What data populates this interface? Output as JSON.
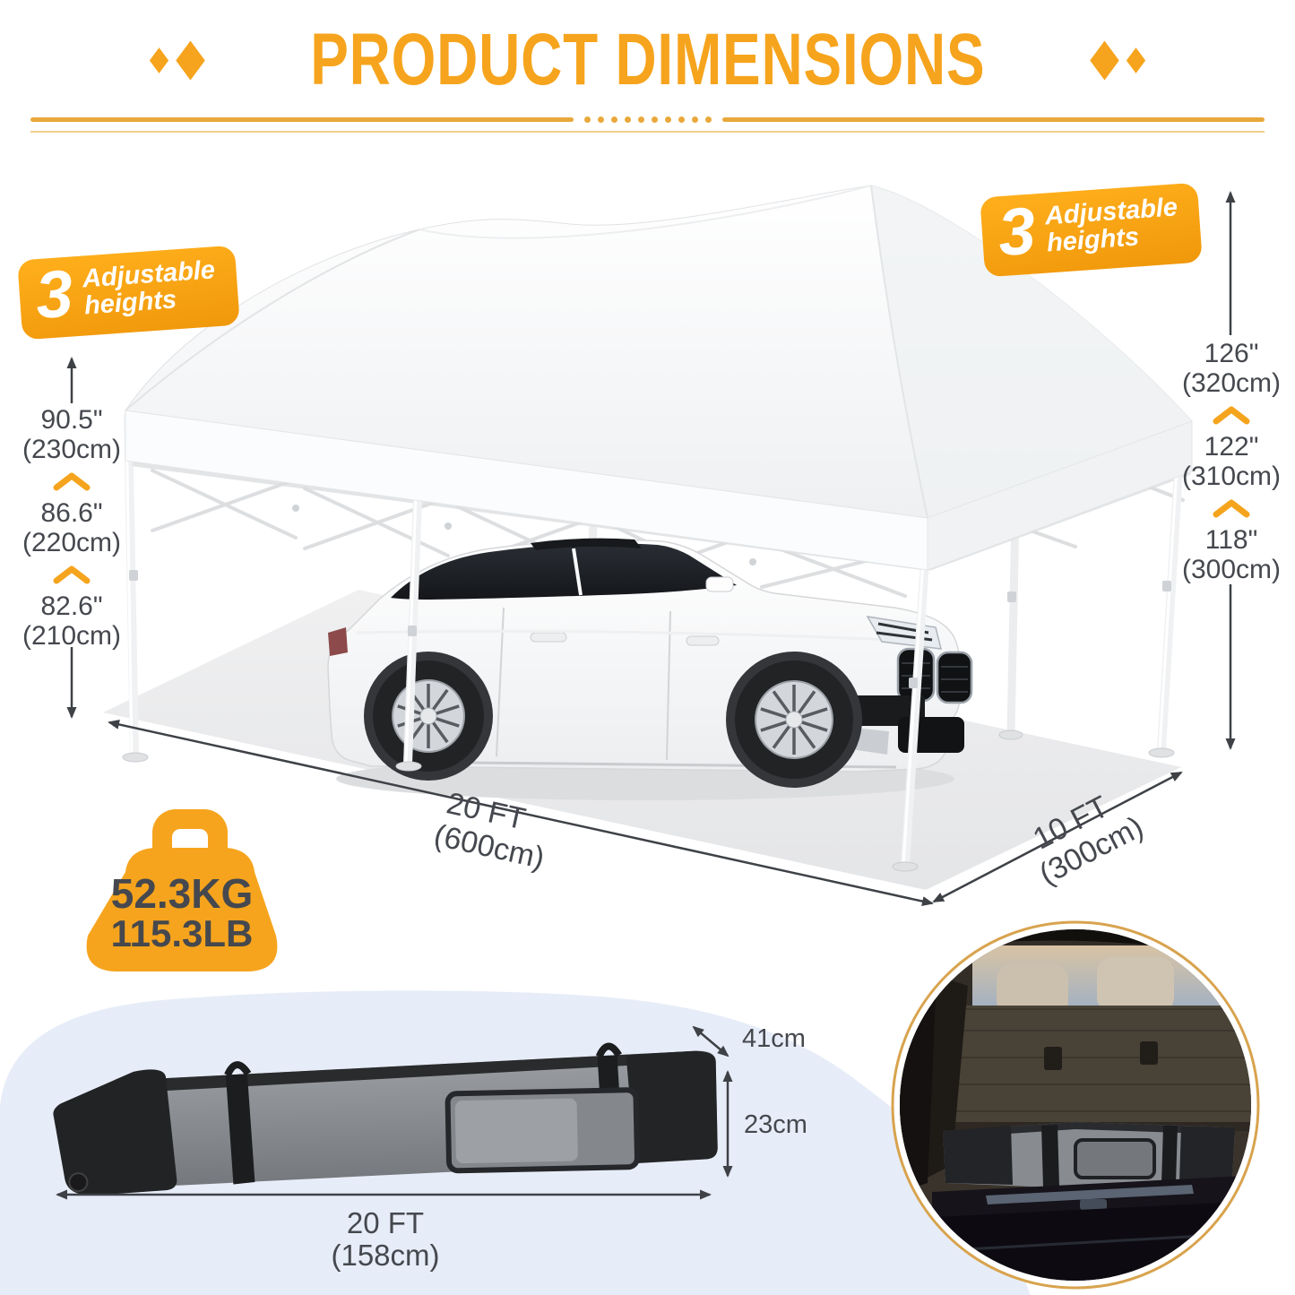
{
  "header": {
    "title": "PRODUCT DIMENSIONS"
  },
  "badges": {
    "left": {
      "number": "3",
      "line1": "Adjustable",
      "line2": "heights"
    },
    "right": {
      "number": "3",
      "line1": "Adjustable",
      "line2": "heights"
    }
  },
  "heights_left": [
    {
      "inches": "90.5\"",
      "cm": "(230cm)"
    },
    {
      "inches": "86.6\"",
      "cm": "(220cm)"
    },
    {
      "inches": "82.6\"",
      "cm": "(210cm)"
    }
  ],
  "heights_right": [
    {
      "inches": "126\"",
      "cm": "(320cm)"
    },
    {
      "inches": "122\"",
      "cm": "(310cm)"
    },
    {
      "inches": "118\"",
      "cm": "(300cm)"
    }
  ],
  "floor": {
    "length_ft": "20 FT",
    "length_cm": "(600cm)",
    "width_ft": "10 FT",
    "width_cm": "(300cm)"
  },
  "weight": {
    "kg": "52.3KG",
    "lb": "115.3LB"
  },
  "bag": {
    "depth": "41cm",
    "height": "23cm",
    "length_ft": "20 FT",
    "length_cm": "(158cm)"
  },
  "icons": {
    "diamond": "orange diamond ornament",
    "chevron_up": "orange up chevron between height values",
    "weight": "kettlebell weight silhouette",
    "dimension_arrow": "double-headed measuring arrow"
  },
  "colors": {
    "accent_orange": "#F5A41E",
    "deep_orange": "#F0980B",
    "text_gray": "#45484E",
    "light_blue": "#E7EDF8",
    "gold_ring": "#D8A34E",
    "canopy_white": "#FAFBFC",
    "bag_gray": "#8A8D92"
  }
}
